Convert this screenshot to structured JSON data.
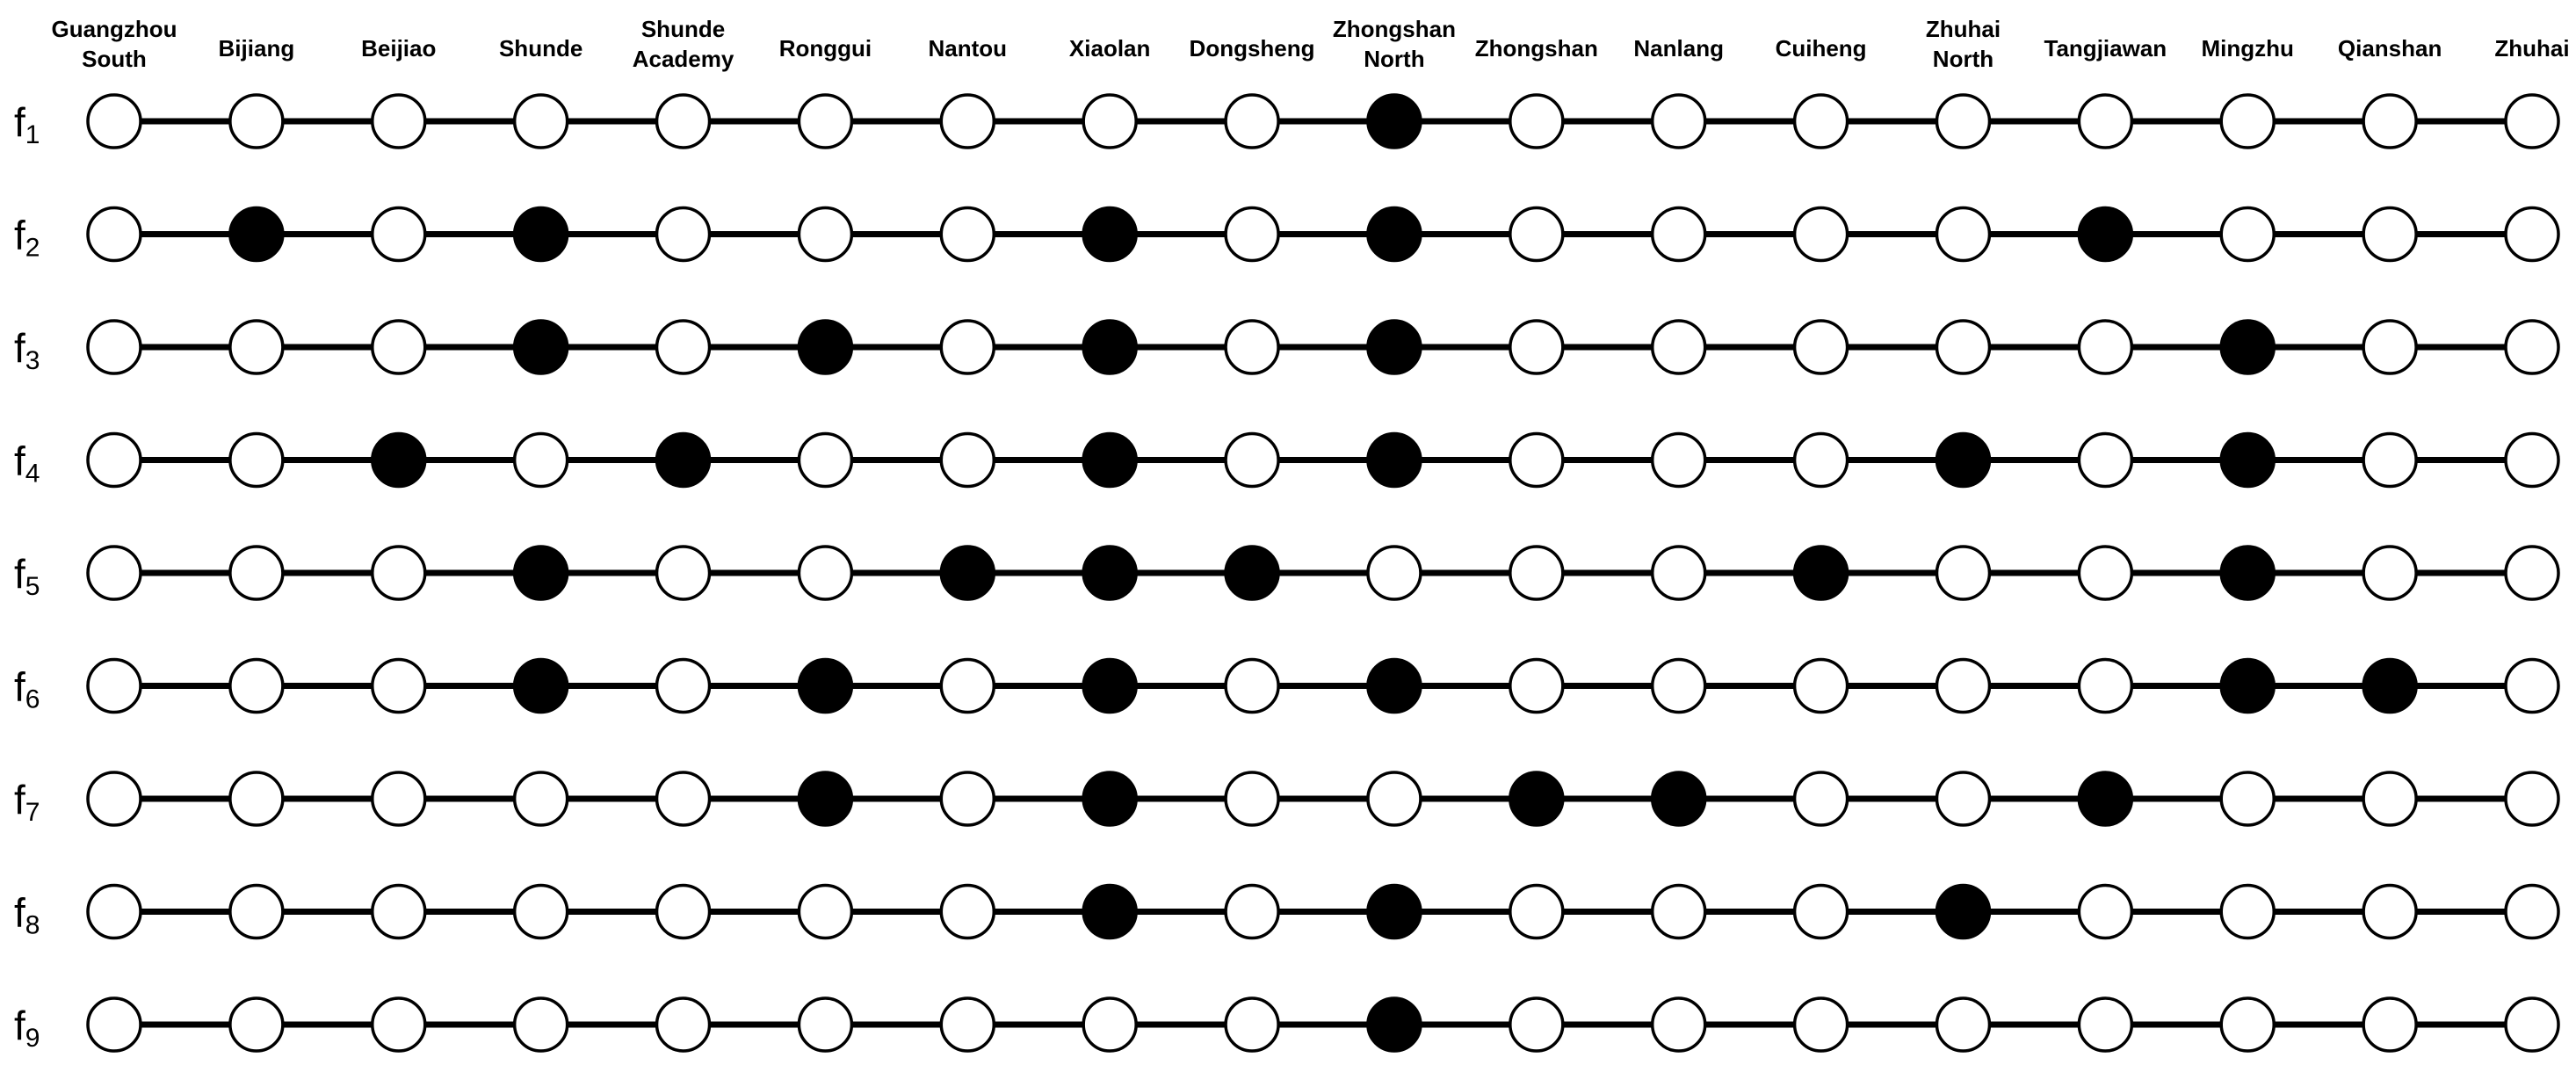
{
  "stations": [
    [
      "Guangzhou",
      "South"
    ],
    [
      "Bijiang"
    ],
    [
      "Beijiao"
    ],
    [
      "Shunde"
    ],
    [
      "Shunde",
      "Academy"
    ],
    [
      "Ronggui"
    ],
    [
      "Nantou"
    ],
    [
      "Xiaolan"
    ],
    [
      "Dongsheng"
    ],
    [
      "Zhongshan",
      "North"
    ],
    [
      "Zhongshan"
    ],
    [
      "Nanlang"
    ],
    [
      "Cuiheng"
    ],
    [
      "Zhuhai",
      "North"
    ],
    [
      "Tangjiawan"
    ],
    [
      "Mingzhu"
    ],
    [
      "Qianshan"
    ],
    [
      "Zhuhai"
    ]
  ],
  "rows": [
    {
      "label": "f",
      "sub": "1",
      "stops": [
        9
      ]
    },
    {
      "label": "f",
      "sub": "2",
      "stops": [
        1,
        3,
        7,
        9,
        14
      ]
    },
    {
      "label": "f",
      "sub": "3",
      "stops": [
        3,
        5,
        7,
        9,
        15
      ]
    },
    {
      "label": "f",
      "sub": "4",
      "stops": [
        2,
        4,
        7,
        9,
        13,
        15
      ]
    },
    {
      "label": "f",
      "sub": "5",
      "stops": [
        3,
        6,
        7,
        8,
        12,
        15
      ]
    },
    {
      "label": "f",
      "sub": "6",
      "stops": [
        3,
        5,
        7,
        9,
        15,
        16
      ]
    },
    {
      "label": "f",
      "sub": "7",
      "stops": [
        5,
        7,
        10,
        11,
        14
      ]
    },
    {
      "label": "f",
      "sub": "8",
      "stops": [
        7,
        9,
        13
      ]
    },
    {
      "label": "f",
      "sub": "9",
      "stops": [
        9
      ]
    }
  ],
  "colors": {
    "stop_fill": "#000000",
    "pass_fill": "#ffffff",
    "line": "#000000",
    "background": "#ffffff"
  }
}
